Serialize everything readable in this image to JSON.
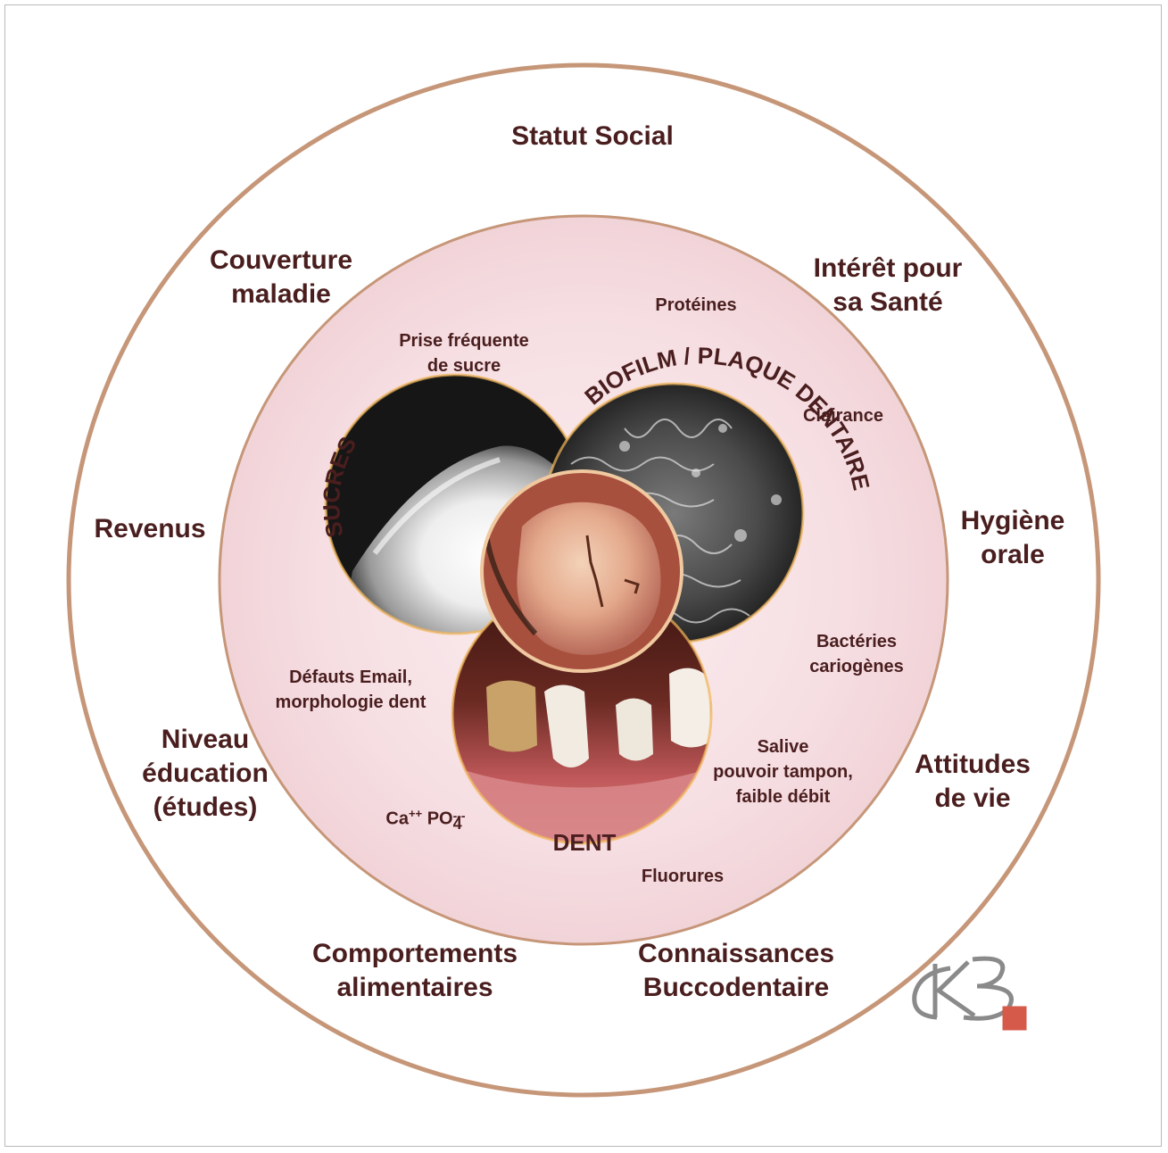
{
  "colors": {
    "outer_ring": "#c69678",
    "pink_fill": "#f6dde1",
    "text": "#4a1e1e",
    "glow": "#f2b65a"
  },
  "outer_labels": {
    "statut_social": "Statut Social",
    "couverture_maladie": [
      "Couverture",
      "maladie"
    ],
    "interet_sante": [
      "Intérêt pour",
      "sa Santé"
    ],
    "revenus": "Revenus",
    "hygiene_orale": [
      "Hygiène",
      "orale"
    ],
    "niveau_education": [
      "Niveau",
      "éducation",
      "(études)"
    ],
    "attitudes_vie": [
      "Attitudes",
      "de vie"
    ],
    "comportements_alimentaires": [
      "Comportements",
      "alimentaires"
    ],
    "connaissances_buccodentaire": [
      "Connaissances",
      "Buccodentaire"
    ]
  },
  "inner_labels": {
    "proteines": "Protéines",
    "prise_frequente": [
      "Prise fréquente",
      "de sucre"
    ],
    "clairance": "Clairance",
    "bacteries": [
      "Bactéries",
      "cariogènes"
    ],
    "defauts_email": [
      "Défauts Email,",
      "morphologie dent"
    ],
    "salive": [
      "Salive",
      "pouvoir tampon,",
      "faible débit"
    ],
    "ions": {
      "ca": "Ca",
      "ca_charge": "++",
      "po": "PO",
      "po_sub": "4",
      "po_charge": "---"
    },
    "fluorures": "Fluorures"
  },
  "circle_titles": {
    "sucres": "SUCRES",
    "biofilm": "BIOFILM / PLAQUE DENTAIRE",
    "dent": "DENT"
  },
  "images": {
    "sugar": "sugar-photo",
    "biofilm": "biofilm-micrograph",
    "teeth": "teeth-photo",
    "molar": "carious-molar-photo"
  },
  "signature": "KB"
}
